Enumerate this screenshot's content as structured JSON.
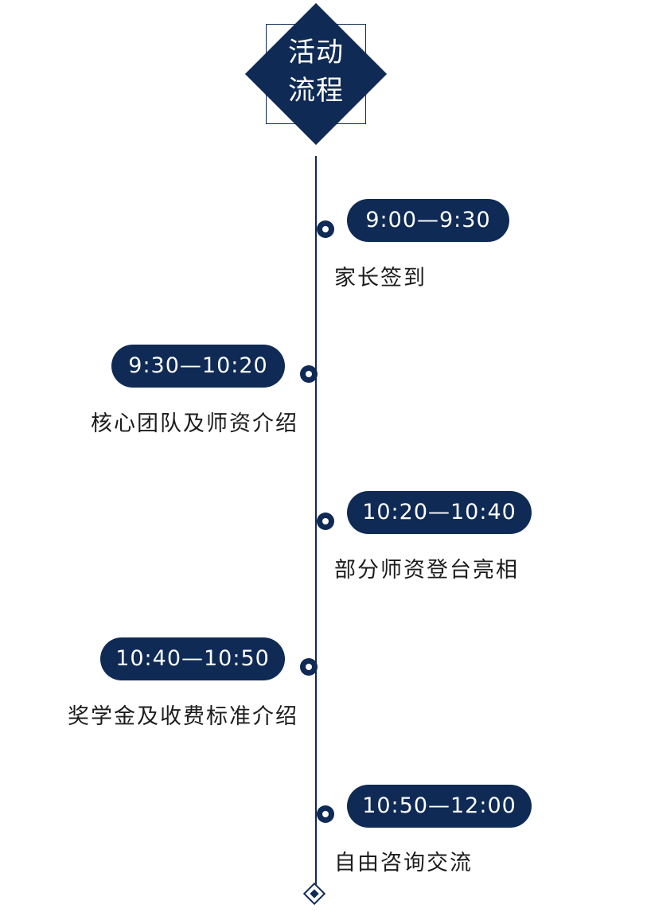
{
  "header": {
    "title_line1": "活动",
    "title_line2": "流程"
  },
  "schedule": [
    {
      "time": "9:00—9:30",
      "description": "家长签到"
    },
    {
      "time": "9:30—10:20",
      "description": "核心团队及师资介绍"
    },
    {
      "time": "10:20—10:40",
      "description": "部分师资登台亮相"
    },
    {
      "time": "10:40—10:50",
      "description": "奖学金及收费标准介绍"
    },
    {
      "time": "10:50—12:00",
      "description": "自由咨询交流"
    }
  ],
  "colors": {
    "primary": "#0f2a55",
    "text": "#1c1c1c",
    "background": "#ffffff"
  }
}
